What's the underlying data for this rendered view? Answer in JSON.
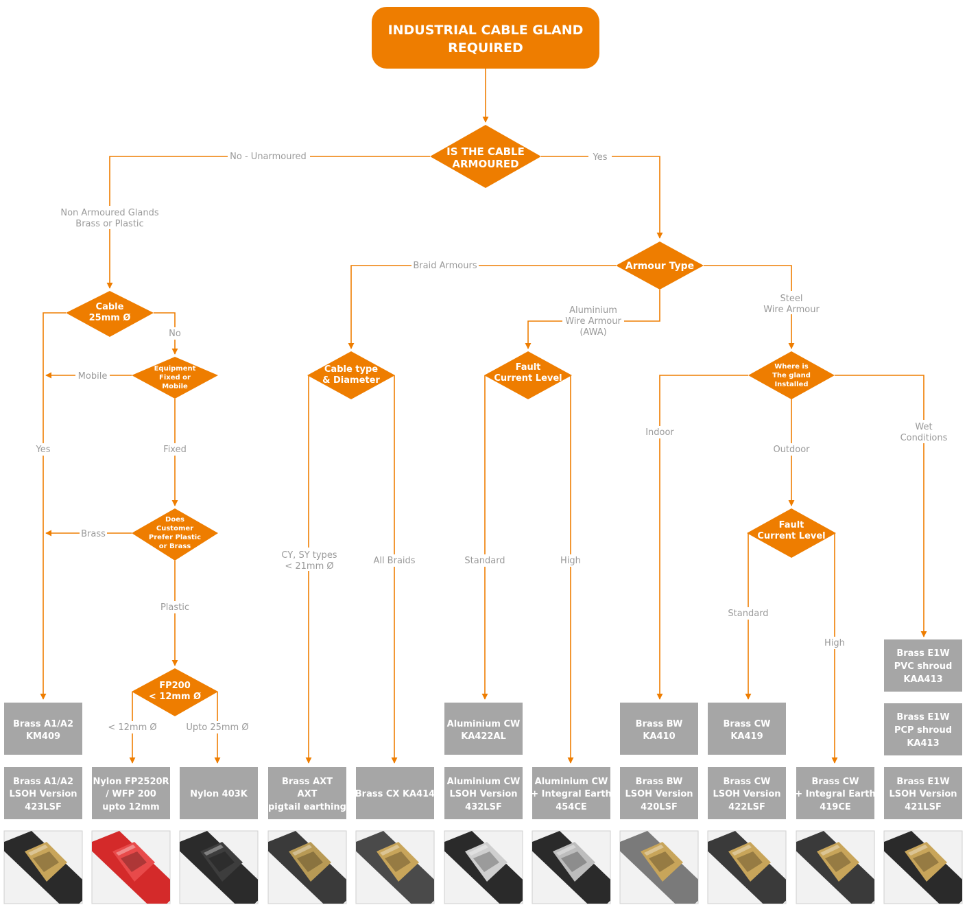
{
  "colors": {
    "accent": "#ee7d00",
    "box": "#a6a6a6",
    "label": "#9a9a9a"
  },
  "start": {
    "lines": [
      "INDUSTRIAL CABLE GLAND",
      "REQUIRED"
    ]
  },
  "decisions": {
    "armoured": [
      "IS THE CABLE",
      "ARMOURED"
    ],
    "armour_type": [
      "Armour Type"
    ],
    "cable25": [
      "Cable",
      "25mm Ø"
    ],
    "fixed_mobile": [
      "Equipment",
      "Fixed or",
      "Mobile"
    ],
    "customer_pref": [
      "Does",
      "Customer",
      "Prefer Plastic",
      "or Brass"
    ],
    "fp200": [
      "FP200",
      "< 12mm Ø"
    ],
    "cable_type": [
      "Cable type",
      "& Diameter"
    ],
    "fault_awa": [
      "Fault",
      "Current Level"
    ],
    "where_installed": [
      "Where is",
      "The gland",
      "Installed"
    ],
    "fault_outdoor": [
      "Fault",
      "Current Level"
    ]
  },
  "labels": {
    "no_unarmoured": [
      "No - Unarmoured"
    ],
    "yes_armoured": [
      "Yes"
    ],
    "non_armoured_glands": [
      "Non Armoured Glands",
      "Brass or Plastic"
    ],
    "no": [
      "No"
    ],
    "mobile": [
      "Mobile"
    ],
    "yes_25": [
      "Yes"
    ],
    "fixed": [
      "Fixed"
    ],
    "brass": [
      "Brass"
    ],
    "plastic": [
      "Plastic"
    ],
    "lt12": [
      "< 12mm Ø"
    ],
    "upto25": [
      "Upto 25mm Ø"
    ],
    "braid_armours": [
      "Braid Armours"
    ],
    "awa": [
      "Aluminium",
      "Wire Armour",
      "(AWA)"
    ],
    "swa": [
      "Steel",
      "Wire Armour"
    ],
    "cy_sy": [
      "CY, SY types",
      "< 21mm Ø"
    ],
    "all_braids": [
      "All Braids"
    ],
    "standard_awa": [
      "Standard"
    ],
    "high_awa": [
      "High"
    ],
    "indoor": [
      "Indoor"
    ],
    "outdoor": [
      "Outdoor"
    ],
    "wet": [
      "Wet",
      "Conditions"
    ],
    "standard_out": [
      "Standard"
    ],
    "high_out": [
      "High"
    ]
  },
  "boxes": {
    "a1a2": [
      "Brass A1/A2",
      "KM409"
    ],
    "al_cw": [
      "Aluminium CW",
      "KA422AL"
    ],
    "brass_bw": [
      "Brass BW",
      "KA410"
    ],
    "brass_cw": [
      "Brass CW",
      "KA419"
    ],
    "e1w_pvc": [
      "Brass E1W",
      "PVC shroud",
      "KAA413"
    ],
    "e1w_pcp": [
      "Brass E1W",
      "PCP shroud",
      "KA413"
    ],
    "a1a2_lsoh": [
      "Brass A1/A2",
      "LSOH Version",
      "423LSF"
    ],
    "nylon_fp": [
      "Nylon FP2520R",
      "/ WFP 200",
      "upto 12mm"
    ],
    "nylon_403": [
      "Nylon 403K"
    ],
    "axt": [
      "Brass AXT",
      "AXT",
      "(pigtail earthing)"
    ],
    "cx": [
      "Brass CX KA414"
    ],
    "al_cw_lsoh": [
      "Aluminium CW",
      "LSOH Version",
      "432LSF"
    ],
    "al_cw_ie": [
      "Aluminium CW",
      "+ Integral Earth",
      "454CE"
    ],
    "bw_lsoh": [
      "Brass BW",
      "LSOH Version",
      "420LSF"
    ],
    "cw_lsoh": [
      "Brass CW",
      "LSOH Version",
      "422LSF"
    ],
    "cw_ie": [
      "Brass CW",
      "+ Integral Earth",
      "419CE"
    ],
    "e1w_lsoh": [
      "Brass E1W",
      "LSOH Version",
      "421LSF"
    ]
  },
  "photos": [
    {
      "name": "photo-brass-a1a2-lsoh",
      "body": "#2a2a2a",
      "fitting": "#c8a55a"
    },
    {
      "name": "photo-nylon-fp2520r",
      "body": "#d42a2a",
      "fitting": "#e84a4a"
    },
    {
      "name": "photo-nylon-403k",
      "body": "#2b2b2b",
      "fitting": "#3d3d3d"
    },
    {
      "name": "photo-brass-axt",
      "body": "#3a3a3a",
      "fitting": "#b89a55"
    },
    {
      "name": "photo-brass-cx",
      "body": "#4a4a4a",
      "fitting": "#c8a55a"
    },
    {
      "name": "photo-aluminium-cw-lsoh",
      "body": "#2a2a2a",
      "fitting": "#cfcfcf"
    },
    {
      "name": "photo-aluminium-cw-integral-earth",
      "body": "#2a2a2a",
      "fitting": "#bdbdbd"
    },
    {
      "name": "photo-brass-bw-lsoh",
      "body": "#7a7a7a",
      "fitting": "#c8a55a"
    },
    {
      "name": "photo-brass-cw-lsoh",
      "body": "#3a3a3a",
      "fitting": "#c8a55a"
    },
    {
      "name": "photo-brass-cw-integral-earth",
      "body": "#3a3a3a",
      "fitting": "#c8a55a"
    },
    {
      "name": "photo-brass-e1w-lsoh",
      "body": "#2a2a2a",
      "fitting": "#c8a55a"
    }
  ]
}
